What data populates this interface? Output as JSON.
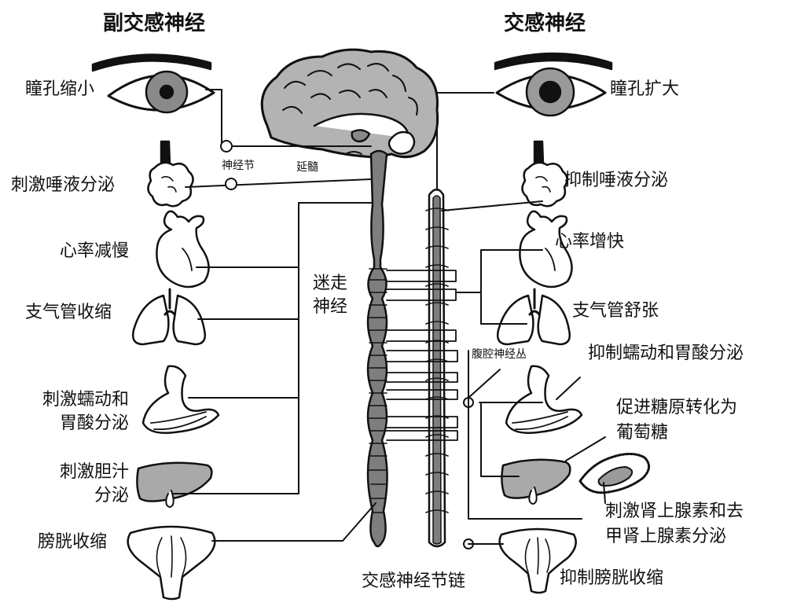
{
  "titles": {
    "parasympathetic": "副交感神经",
    "sympathetic": "交感神经"
  },
  "center": {
    "ganglion": "神经节",
    "medulla": "延髓",
    "vagus": [
      "迷走",
      "神经"
    ],
    "celiac_plexus": "腹腔神经丛",
    "sympathetic_chain": "交感神经节链"
  },
  "left_labels": {
    "pupil": "瞳孔缩小",
    "saliva": "刺激唾液分泌",
    "heart": "心率减慢",
    "bronchi": "支气管收缩",
    "stomach": [
      "刺激蠕动和",
      "胃酸分泌"
    ],
    "bile": [
      "刺激胆汁",
      "分泌"
    ],
    "bladder": "膀胱收缩"
  },
  "right_labels": {
    "pupil": "瞳孔扩大",
    "saliva": "抑制唾液分泌",
    "heart": "心率增快",
    "bronchi": "支气管舒张",
    "stomach": "抑制蠕动和胃酸分泌",
    "glucose": [
      "促进糖原转化为",
      "葡萄糖"
    ],
    "adrenal": [
      "刺激肾上腺素和去",
      "甲肾上腺素分泌"
    ],
    "bladder": "抑制膀胱收缩"
  },
  "colors": {
    "organ_fill": "#a9a9a9",
    "line": "#111111",
    "paper": "#ffffff"
  }
}
